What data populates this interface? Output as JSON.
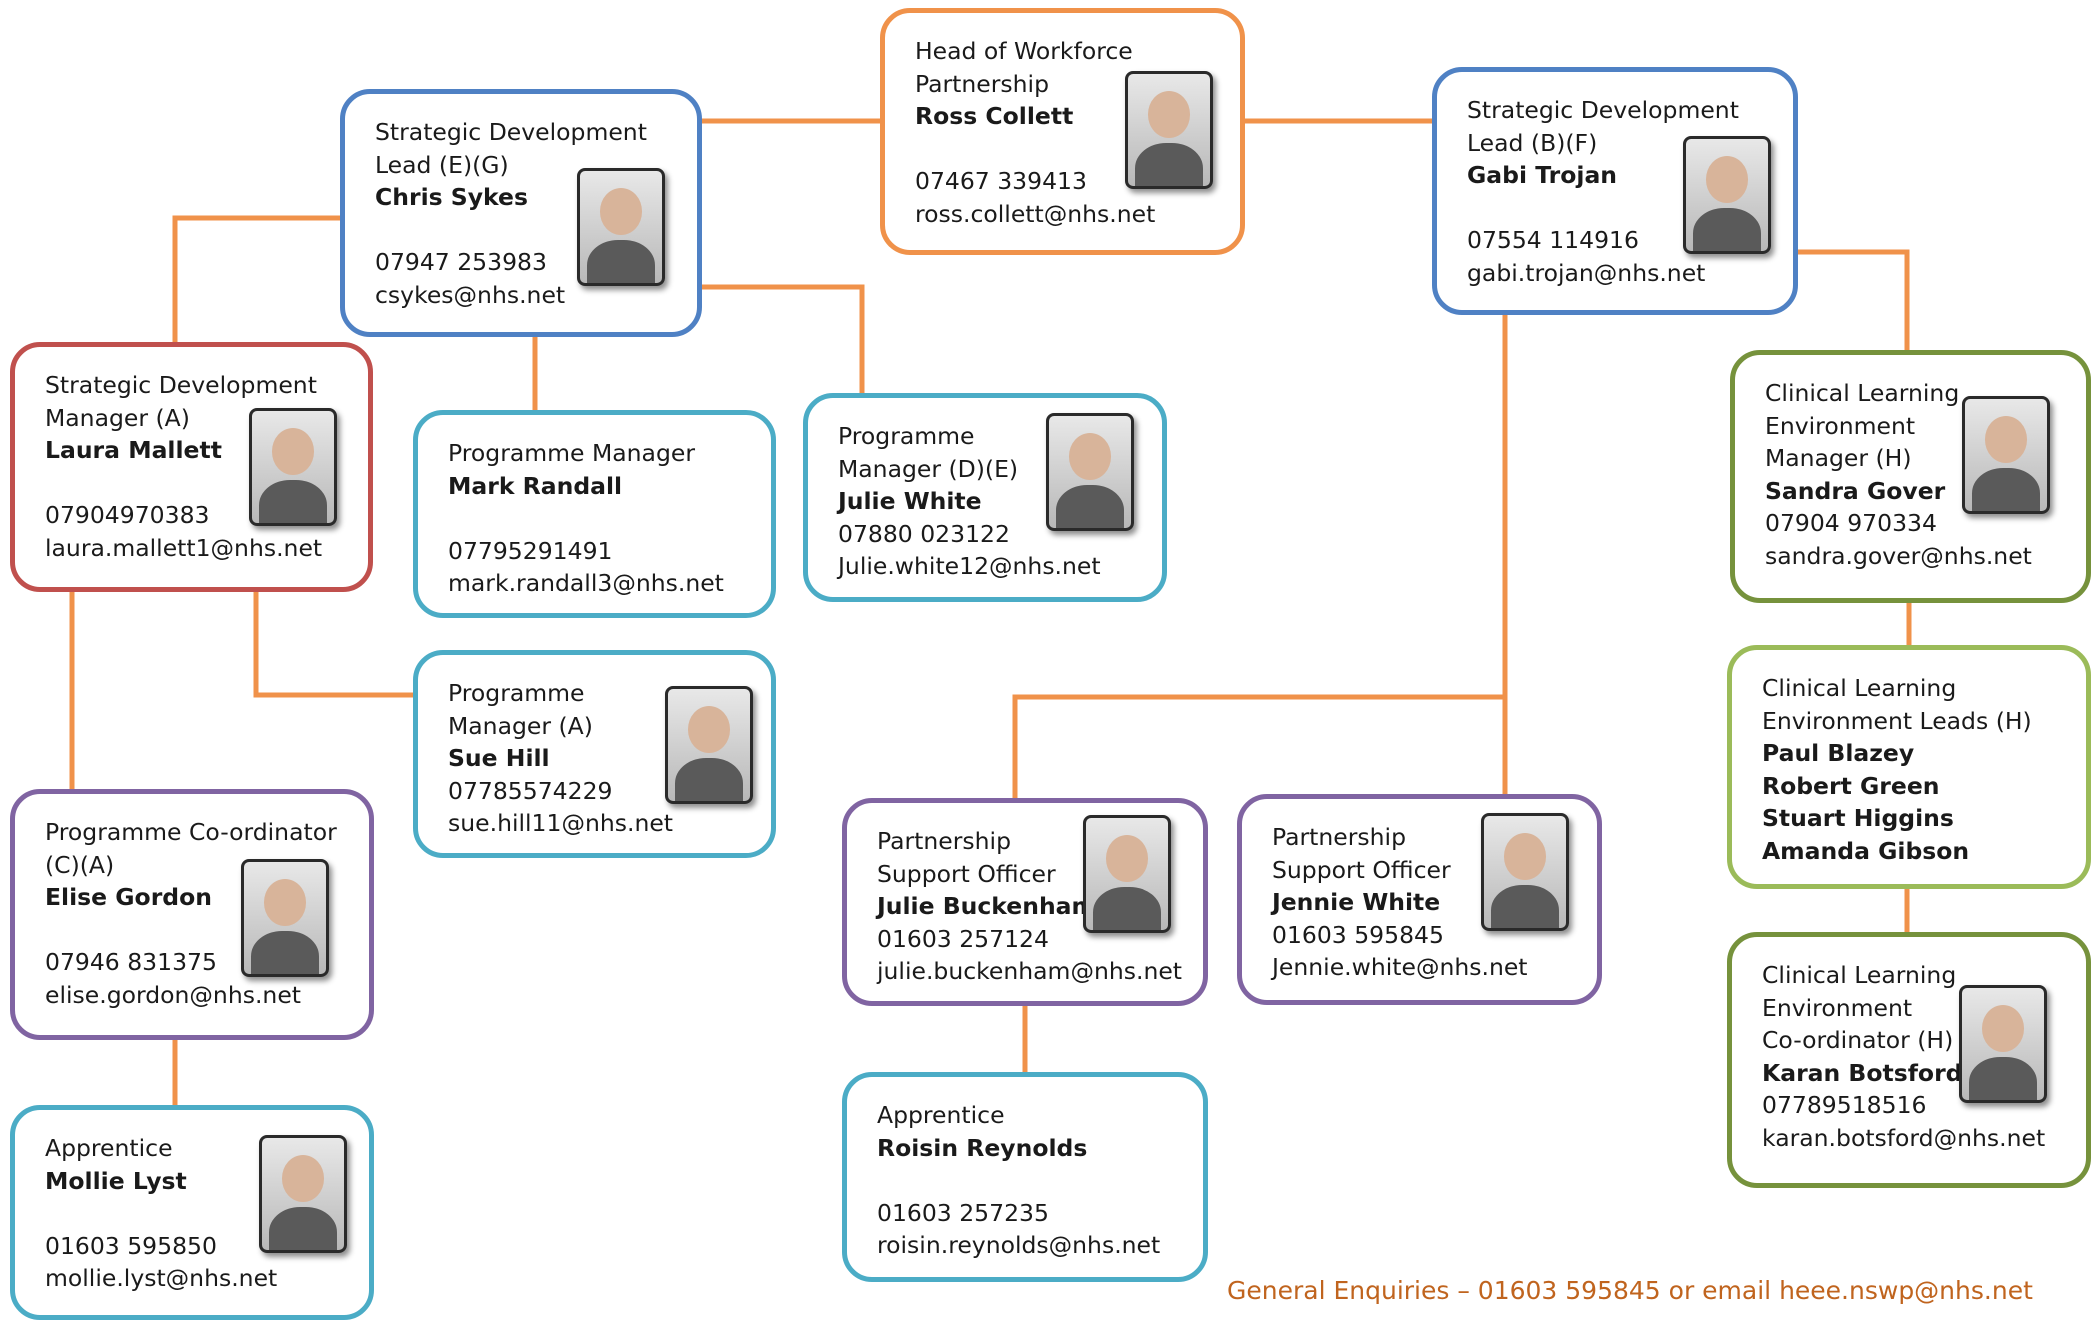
{
  "colors": {
    "connector": "#f0924a",
    "orange": "#f0924a",
    "blue": "#4f81c4",
    "red": "#c0504d",
    "teal": "#4bacc6",
    "purple": "#8064a2",
    "green": "#76923c",
    "lightgreen": "#9bbb59",
    "footer": "#c0641e"
  },
  "cards": {
    "head": {
      "title1": "Head of Workforce",
      "title2": "Partnership",
      "name": "Ross Collett",
      "phone": "07467 339413",
      "email": "ross.collett@nhs.net",
      "photo": "photo-ross-collett"
    },
    "chris": {
      "title1": "Strategic Development",
      "title2": "Lead (E)(G)",
      "name": "Chris Sykes",
      "phone": "07947 253983",
      "email": "csykes@nhs.net",
      "photo": "photo-chris-sykes"
    },
    "gabi": {
      "title1": "Strategic Development",
      "title2": "Lead (B)(F)",
      "name": "Gabi Trojan",
      "phone": "07554 114916",
      "email": "gabi.trojan@nhs.net",
      "photo": "photo-gabi-trojan"
    },
    "laura": {
      "title1": "Strategic Development",
      "title2": "Manager (A)",
      "name": "Laura Mallett",
      "phone": "07904970383",
      "email": "laura.mallett1@nhs.net",
      "photo": "photo-laura-mallett"
    },
    "mark": {
      "title1": "Programme Manager",
      "name": "Mark Randall",
      "phone": "07795291491",
      "email": "mark.randall3@nhs.net"
    },
    "juliew": {
      "title1": "Programme",
      "title2": "Manager (D)(E)",
      "name": "Julie White",
      "phone": "07880 023122",
      "email": "Julie.white12@nhs.net",
      "photo": "photo-julie-white"
    },
    "sandra": {
      "title1": "Clinical Learning",
      "title2": "Environment",
      "title3": "Manager (H)",
      "name": "Sandra Gover",
      "phone": "07904 970334",
      "email": "sandra.gover@nhs.net",
      "photo": "photo-sandra-gover"
    },
    "sue": {
      "title1": "Programme",
      "title2": "Manager (A)",
      "name": "Sue Hill",
      "phone": "07785574229",
      "email": "sue.hill11@nhs.net",
      "photo": "photo-sue-hill"
    },
    "leads": {
      "title1": "Clinical Learning",
      "title2": "Environment Leads (H)",
      "names": [
        "Paul Blazey",
        "Robert Green",
        "Stuart Higgins",
        "Amanda Gibson"
      ]
    },
    "elise": {
      "title1": "Programme Co-ordinator",
      "title2": "(C)(A)",
      "name": "Elise Gordon",
      "phone": "07946 831375",
      "email": "elise.gordon@nhs.net",
      "photo": "photo-elise-gordon"
    },
    "julieb": {
      "title1": "Partnership",
      "title2": "Support Officer",
      "name": "Julie Buckenham",
      "phone": "01603 257124",
      "email": "julie.buckenham@nhs.net",
      "photo": "photo-julie-buckenham"
    },
    "jennie": {
      "title1": "Partnership",
      "title2": "Support Officer",
      "name": "Jennie White",
      "phone": "01603 595845",
      "email": "Jennie.white@nhs.net",
      "photo": "photo-jennie-white"
    },
    "karan": {
      "title1": "Clinical Learning",
      "title2": "Environment",
      "title3": "Co-ordinator (H)",
      "name": "Karan Botsford",
      "phone": "07789518516",
      "email": "karan.botsford@nhs.net",
      "photo": "photo-karan-botsford"
    },
    "mollie": {
      "title1": "Apprentice",
      "name": "Mollie Lyst",
      "phone": "01603 595850",
      "email": "mollie.lyst@nhs.net",
      "photo": "photo-mollie-lyst"
    },
    "roisin": {
      "title1": "Apprentice",
      "name": "Roisin Reynolds",
      "phone": "01603 257235",
      "email": "roisin.reynolds@nhs.net"
    }
  },
  "footer": {
    "text": "General Enquiries – 01603 595845 or email heee.nswp@nhs.net"
  }
}
